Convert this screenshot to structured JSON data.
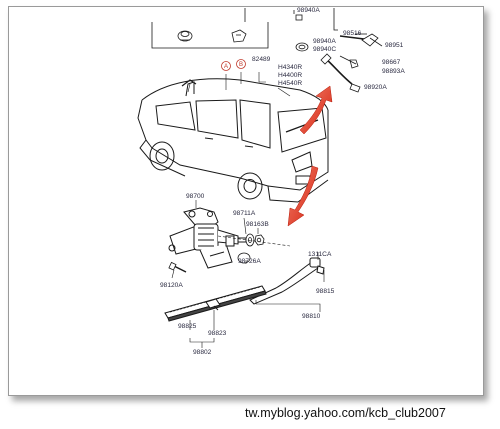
{
  "watermark": "tw.myblog.yahoo.com/kcb_club2007",
  "colors": {
    "line": "#1a1a1a",
    "label": "#2a2a40",
    "arrow": "#e0301e",
    "frame_border": "#9a9a9a"
  },
  "callouts": {
    "A": "A",
    "B": "B"
  },
  "parts": {
    "p98940A": "98940A",
    "p98940C": "98940C",
    "p98516": "98516",
    "p98951": "98951",
    "p98667": "98667",
    "p98893A": "98893A",
    "p98920A": "98920A",
    "p82489": "82489",
    "pH4340R": "H4340R",
    "pH4400R": "H4400R",
    "pH4540R": "H4540R",
    "p98700": "98700",
    "p98711A": "98711A",
    "p98163B": "98163B",
    "p98726A": "98726A",
    "p98120A": "98120A",
    "p1311CA": "1311CA",
    "p98815": "98815",
    "p98810": "98810",
    "p98825": "98825",
    "p98823": "98823",
    "p98802": "98802"
  }
}
